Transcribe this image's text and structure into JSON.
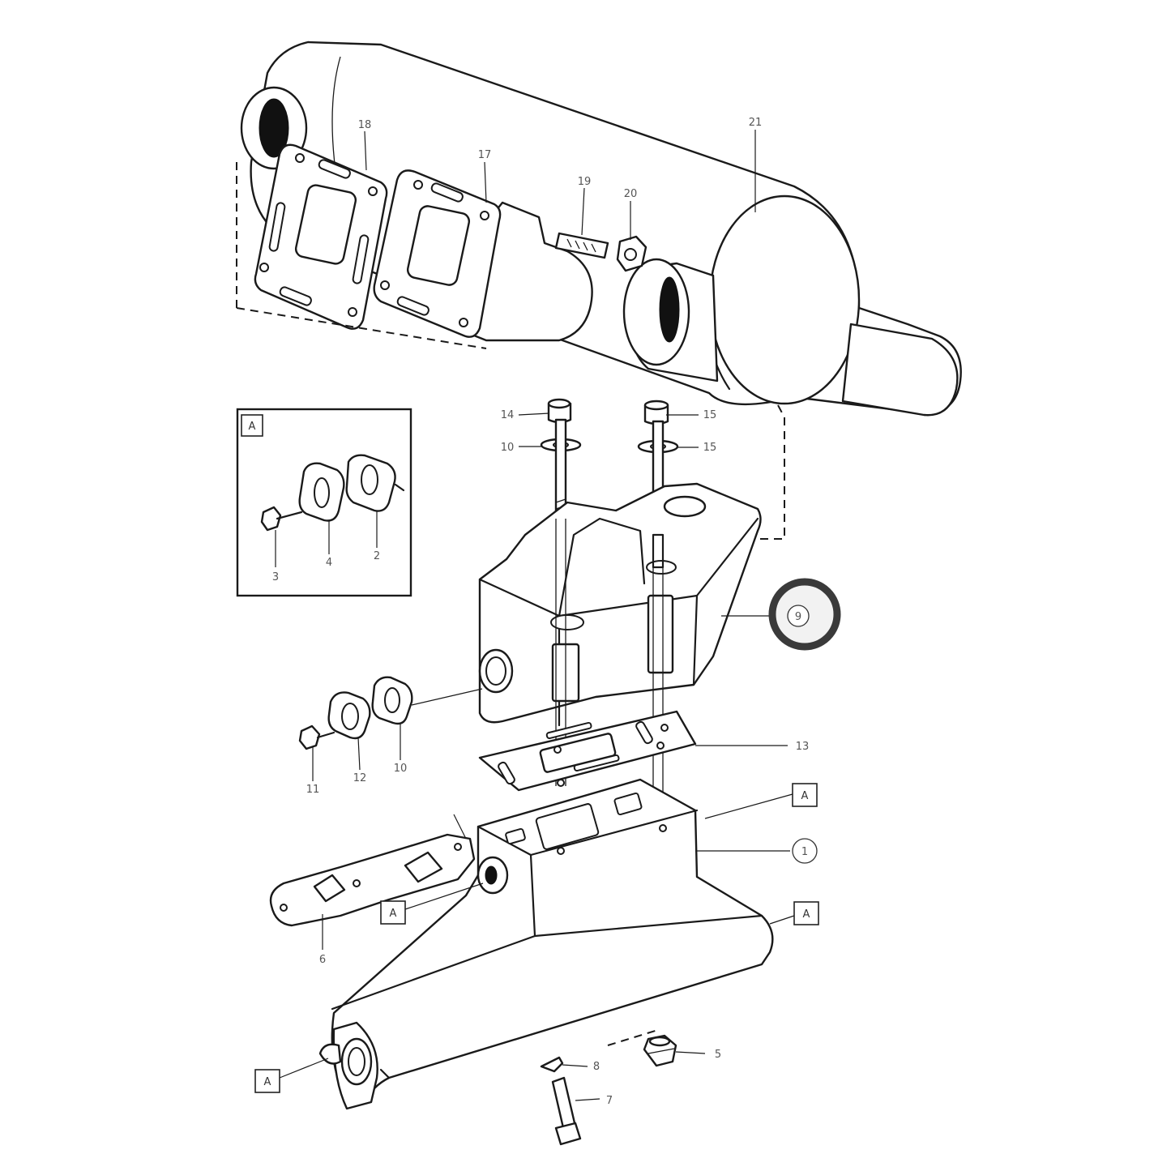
{
  "labels": {
    "p1": "1",
    "p2": "2",
    "p3": "3",
    "p4": "4",
    "p5": "5",
    "p6": "6",
    "p7": "7",
    "p8": "8",
    "p9": "9",
    "p10a": "10",
    "p10b": "10",
    "p11": "11",
    "p12": "12",
    "p13": "13",
    "p14": "14",
    "p15a": "15",
    "p15b": "15",
    "p17": "17",
    "p18": "18",
    "p19": "19",
    "p20": "20",
    "p21": "21"
  },
  "detail_ref": "A",
  "colors": {
    "line": "#1a1a1a",
    "highlight_ring": "#3a3a3a",
    "label": "#555555"
  }
}
